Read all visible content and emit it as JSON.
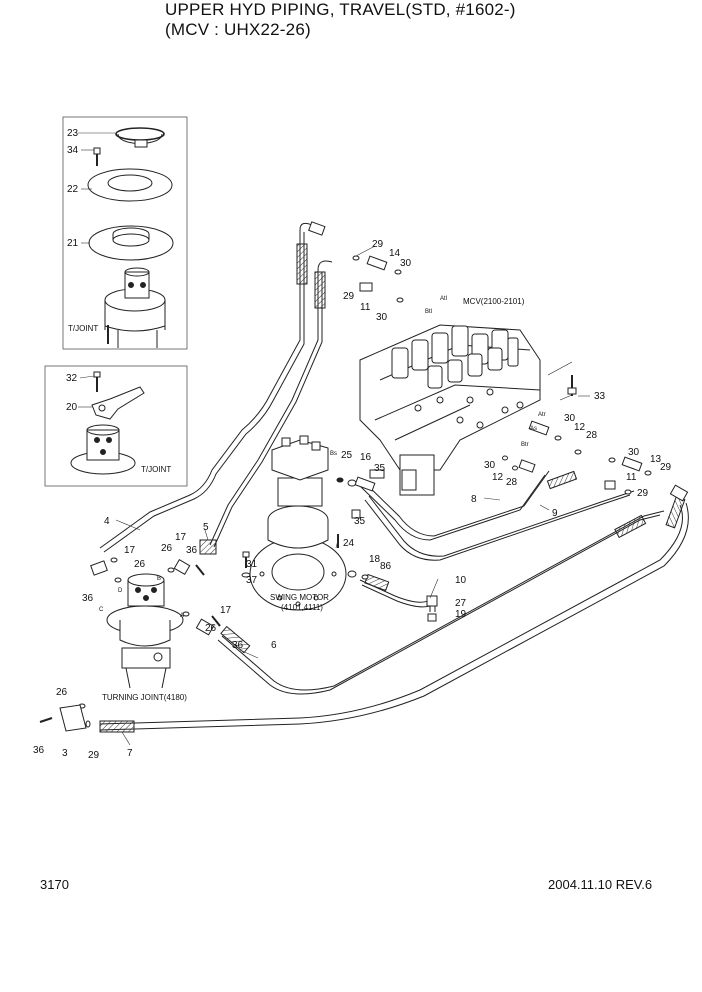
{
  "title": {
    "line1": "UPPER HYD PIPING, TRAVEL(STD, #1602-)",
    "line2": "(MCV : UHX22-26)"
  },
  "footer": {
    "page": "3170",
    "date_rev": "2004.11.10  REV.6"
  },
  "labels": {
    "mcv": "MCV(2100-2101)",
    "swing_motor": "SWING MOTOR",
    "swing_motor_ref": "(4101,4111)",
    "turning_joint": "TURNING JOINT(4180)",
    "t_joint": "T/JOINT"
  },
  "ports": [
    "Atl",
    "Btl",
    "Atr",
    "Btr",
    "Bs",
    "As",
    "A",
    "B",
    "C",
    "D"
  ],
  "callouts": [
    "23",
    "34",
    "22",
    "21",
    "32",
    "20",
    "29",
    "14",
    "30",
    "29",
    "11",
    "30",
    "33",
    "30",
    "12",
    "28",
    "30",
    "13",
    "29",
    "11",
    "29",
    "30",
    "12",
    "28",
    "25",
    "16",
    "35",
    "35",
    "8",
    "9",
    "24",
    "18",
    "86",
    "10",
    "27",
    "19",
    "4",
    "17",
    "17",
    "5",
    "26",
    "26",
    "36",
    "31",
    "37",
    "36",
    "26",
    "17",
    "36",
    "6",
    "26",
    "36",
    "3",
    "29",
    "7"
  ]
}
